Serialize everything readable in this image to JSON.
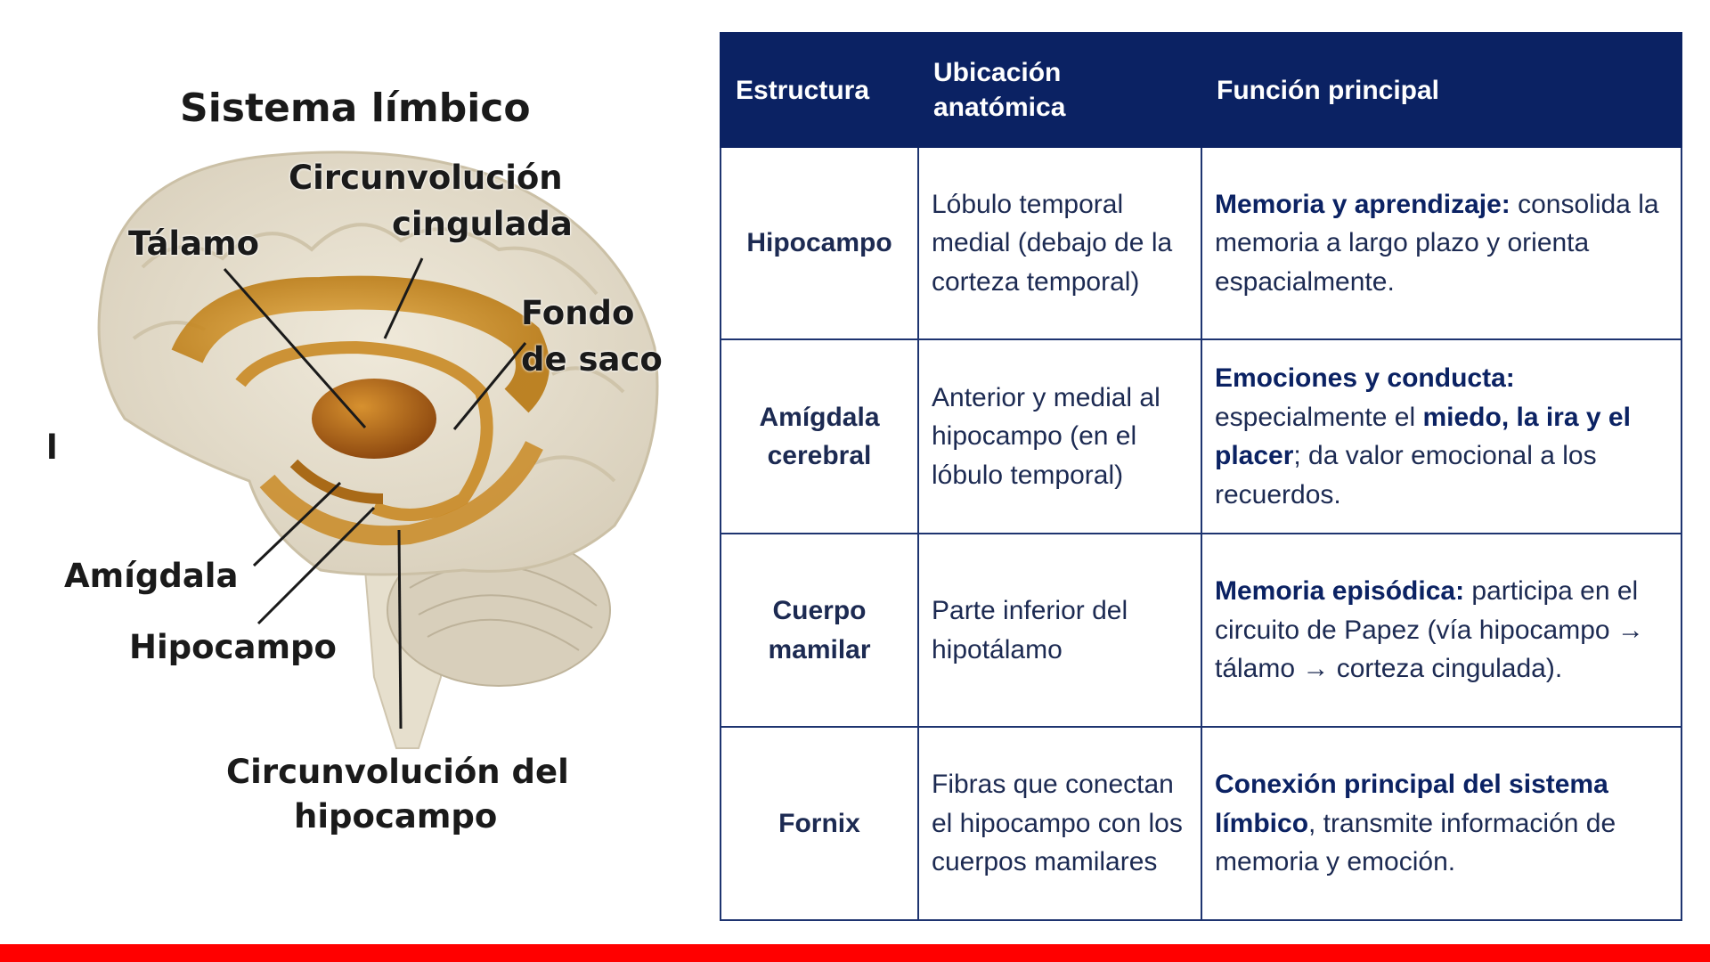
{
  "figure": {
    "title": "Sistema límbico",
    "labels": {
      "cingulate_1": "Circunvolución",
      "cingulate_2": "cingulada",
      "thalamus": "Tálamo",
      "fornix_1": "Fondo",
      "fornix_2": "de saco",
      "stray": "l",
      "amygdala": "Amígdala",
      "hippocampus": "Hipocampo",
      "parahippocampal_1": "Circunvolución del",
      "parahippocampal_2": "hipocampo"
    }
  },
  "table": {
    "headers": [
      "Estructura",
      "Ubicación anatómica",
      "Función principal"
    ],
    "rows": [
      {
        "structure": "Hipocampo",
        "location": "Lóbulo temporal medial (debajo de la corteza temporal)",
        "function_bold": "Memoria y aprendizaje:",
        "function_text": " consolida la memoria a largo plazo y orienta espacialmente."
      },
      {
        "structure": "Amígdala cerebral",
        "location": "Anterior y medial al hipocampo (en el lóbulo temporal)",
        "function_bold": "Emociones y conducta:",
        "function_text": " especialmente el ",
        "function_bold2": "miedo, la ira y el placer",
        "function_text2": "; da valor emocional a los recuerdos."
      },
      {
        "structure": "Cuerpo mamilar",
        "location": "Parte inferior del hipotálamo",
        "function_bold": "Memoria episódica:",
        "function_text": " participa en el circuito de Papez (vía hipocampo → tálamo → corteza cingulada)."
      },
      {
        "structure": "Fornix",
        "location": "Fibras que conectan el hipocampo con los cuerpos mamilares",
        "function_bold": "Conexión principal del sistema límbico",
        "function_text": ", transmite información de memoria y emoción."
      }
    ]
  },
  "colors": {
    "header_bg": "#0b2263",
    "border": "#1e3470",
    "accent_bar": "#ff0000"
  }
}
